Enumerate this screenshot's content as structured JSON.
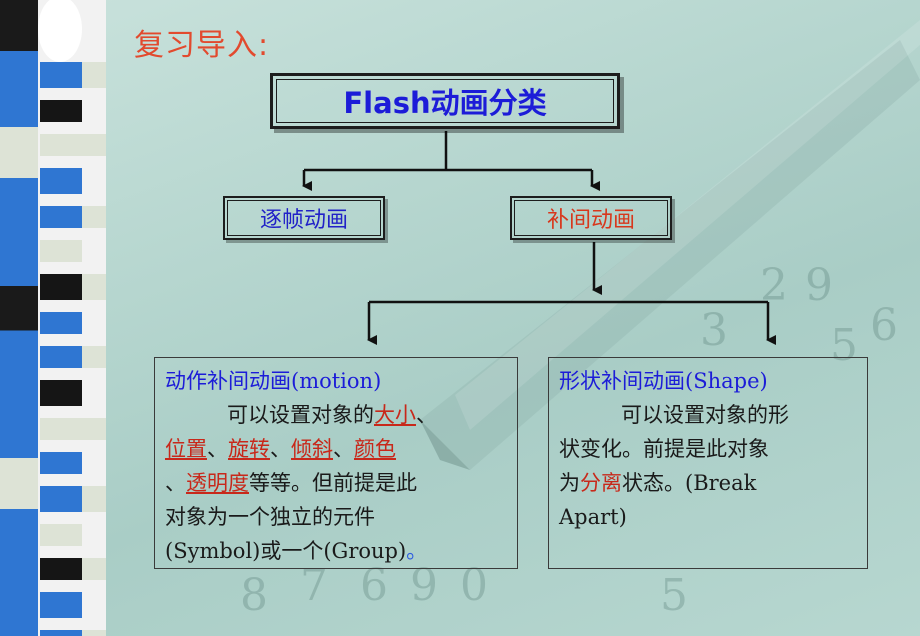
{
  "slide": {
    "title": "复习导入:",
    "root": "Flash动画分类",
    "left_child": "逐帧动画",
    "right_child": "补间动画",
    "motion": {
      "heading": "动作补间动画(motion)",
      "line1_prefix": "可以设置对象的",
      "big_small": "大小",
      "sep1": "、",
      "position": "位置",
      "sep2": "、",
      "rotate": "旋转",
      "sep3": "、",
      "tilt": "倾斜",
      "sep4": "、",
      "color": "颜色",
      "sep5": "、",
      "transparency": "透明度",
      "rest1": "等等。但前提是此",
      "rest2": "对象为一个独立的元件",
      "rest3": "(Symbol)或一个(Group)",
      "end_dot": "。"
    },
    "shape": {
      "heading": "形状补间动画(Shape)",
      "line1": "可以设置对象的形",
      "line2": "状变化。前提是此对象",
      "line3_prefix": "为",
      "separate": "分离",
      "line3_suffix": "状态。(Break",
      "line4": "Apart)"
    }
  },
  "colors": {
    "title": "#e24a2e",
    "root_text": "#1c1cd8",
    "left_child_text": "#2121c8",
    "right_child_text": "#d8371c",
    "highlight": "#c8281a",
    "strip_blue": "#2f76d2",
    "strip_dark": "#151515",
    "strip_light": "#dde3d6"
  },
  "decor": {
    "background_digits": [
      "2",
      "9",
      "5",
      "6",
      "3",
      "5",
      "8",
      "7",
      "6",
      "9",
      "0"
    ]
  }
}
